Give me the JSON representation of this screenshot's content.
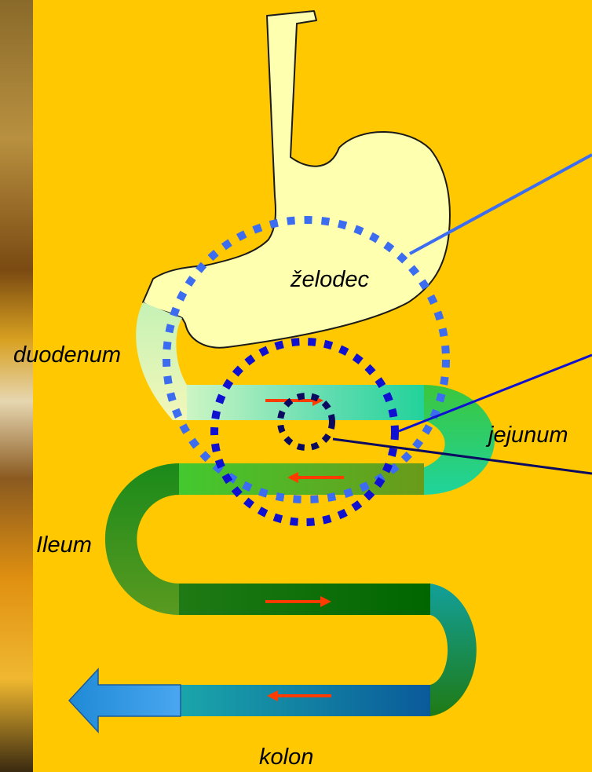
{
  "labels": {
    "stomach": "želodec",
    "duodenum": "duodenum",
    "jejunum": "jejunum",
    "ileum": "Ileum",
    "colon": "kolon"
  },
  "colors": {
    "background": "#ffc800",
    "stomach_fill": "#ffffb0",
    "flow_arrow": "#ff3c00",
    "circle_large": "#3c6cf0",
    "circle_medium": "#1010d0",
    "circle_small": "#0a0a60",
    "colon_arrow": "#3a9ad8"
  },
  "icons": {
    "flow": "right-arrow",
    "colon_exit": "left-arrow"
  }
}
